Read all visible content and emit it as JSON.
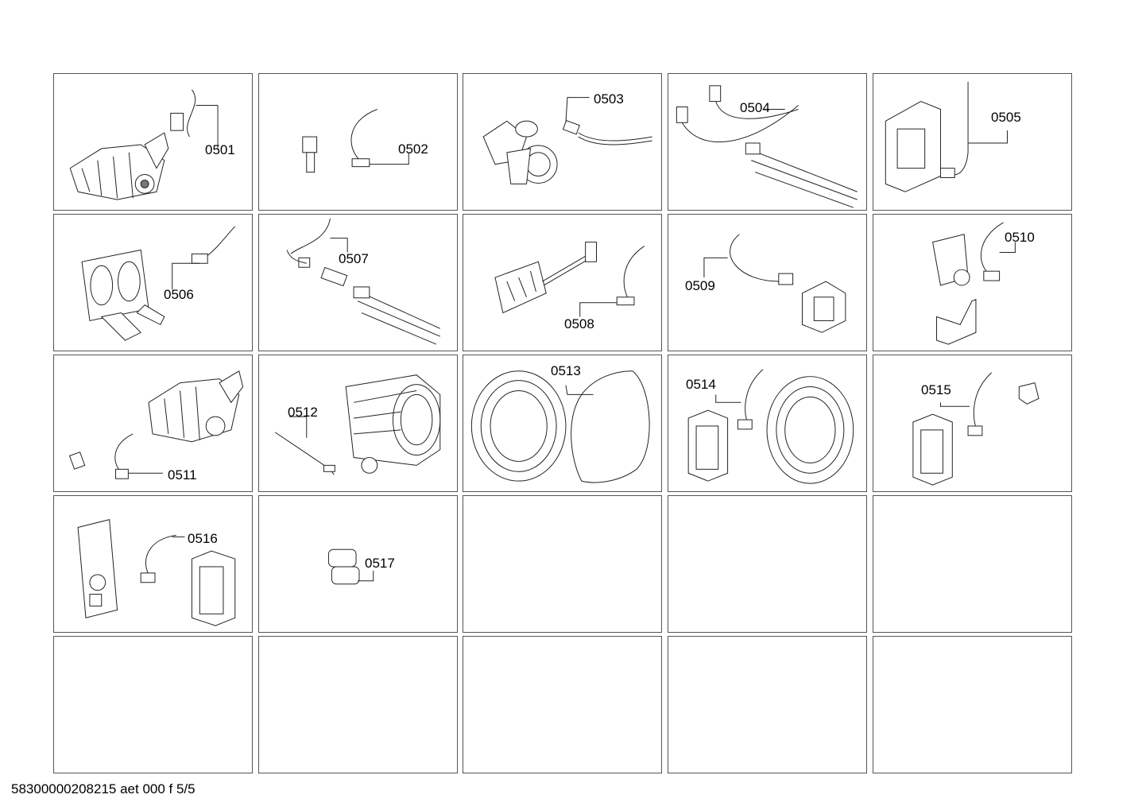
{
  "parts": [
    {
      "label": "0501",
      "icon": "pump-motor-icon"
    },
    {
      "label": "0502",
      "icon": "sensor-cable-icon"
    },
    {
      "label": "0503",
      "icon": "drain-pump-icon"
    },
    {
      "label": "0504",
      "icon": "heater-cable-icon"
    },
    {
      "label": "0505",
      "icon": "control-module-icon"
    },
    {
      "label": "0506",
      "icon": "valve-icon"
    },
    {
      "label": "0507",
      "icon": "heater-sensor-icon"
    },
    {
      "label": "0508",
      "icon": "circuit-board-icon"
    },
    {
      "label": "0509",
      "icon": "pump-cable-icon"
    },
    {
      "label": "0510",
      "icon": "valve-bracket-icon"
    },
    {
      "label": "0511",
      "icon": "motor-cable-icon"
    },
    {
      "label": "0512",
      "icon": "drum-icon"
    },
    {
      "label": "0513",
      "icon": "door-ring-harness-icon"
    },
    {
      "label": "0514",
      "icon": "module-ring-icon"
    },
    {
      "label": "0515",
      "icon": "module-sensor-icon"
    },
    {
      "label": "0516",
      "icon": "board-module-icon"
    },
    {
      "label": "0517",
      "icon": "bracket-icon"
    }
  ],
  "footer": "58300000208215 aet 000 f 5/5"
}
